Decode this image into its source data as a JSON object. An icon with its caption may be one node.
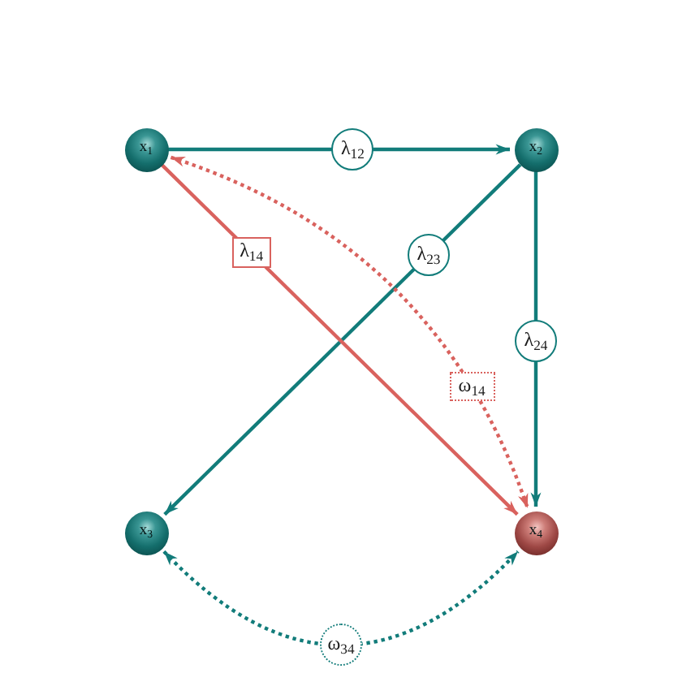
{
  "diagram": {
    "nodes": [
      {
        "text": [
          "x$_{1}$"
        ]
      },
      {
        "text": [
          "x$_{2}$"
        ]
      },
      {
        "text": [
          "x$_{3}$"
        ]
      },
      {
        "text": [
          "x$_{4}$"
        ]
      }
    ],
    "edges": [
      {
        "from": 0,
        "to": 1,
        "arrow": "to",
        "label": "λ$_{12}$"
      },
      {
        "from": 1,
        "to": 2,
        "arrow": "to",
        "label": "λ$_{23}$"
      },
      {
        "from": 1,
        "to": 3,
        "arrow": "to",
        "label": "λ$_{24}$"
      },
      {
        "from": 0,
        "to": 3,
        "arrow": "to",
        "label": "λ$_{14}$",
        "color": "#d9625e"
      },
      {
        "from": 0,
        "to": 3,
        "arrow": "both",
        "label": "ω$_{14}$",
        "style": "dashed",
        "color": "#d9625e"
      },
      {
        "from": 2,
        "to": 3,
        "arrow": "both",
        "label": "ω$_{34}$",
        "style": "dashed"
      }
    ]
  }
}
